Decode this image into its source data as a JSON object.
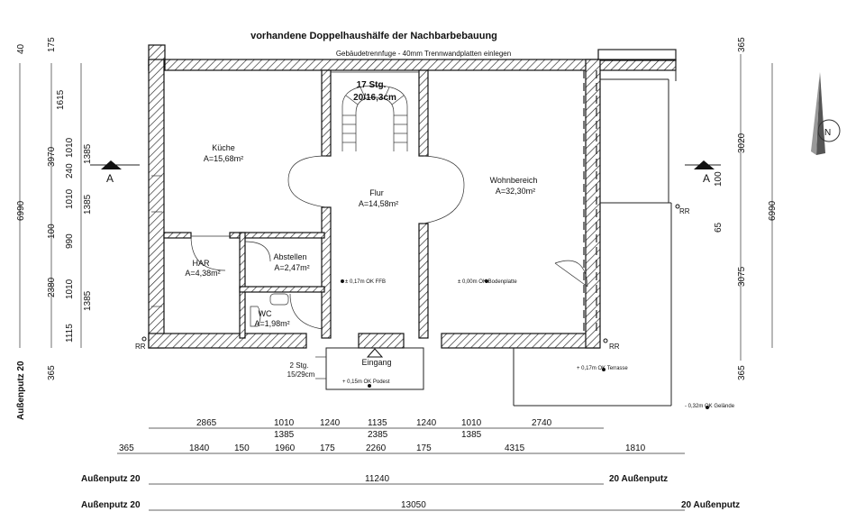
{
  "title": "vorhandene Doppelhaushälfe der Nachbarbebauung",
  "note_separation": "Gebäudetrennfuge - 40mm Trennwandplatten einlegen",
  "stairs": {
    "label": "17 Stg.",
    "spec": "20/16,3cm"
  },
  "rooms": {
    "kueche": {
      "name": "Küche",
      "area": "A=15,68m²"
    },
    "flur": {
      "name": "Flur",
      "area": "A=14,58m²"
    },
    "wohnbereich": {
      "name": "Wohnbereich",
      "area": "A=32,30m²"
    },
    "har": {
      "name": "HAR",
      "area": "A=4,38m²"
    },
    "abstellen": {
      "name": "Abstellen",
      "area": "A=2,47m²"
    },
    "wc": {
      "name": "WC",
      "area": "A=1,98m²"
    }
  },
  "levels": {
    "ffb": "± 0,17m OK FFB",
    "boden": "± 0,00m OK Bodenplatte",
    "terrasse": "+ 0,17m OK Terrasse",
    "gelaende": "- 0,32m OK Gelände",
    "podest": "+ 0,15m OK Podest"
  },
  "entrance": {
    "label": "Eingang",
    "steps": "2 Stg.",
    "step_spec": "15/29cm"
  },
  "rr_label": "RR",
  "section_label": "A",
  "left_dims": {
    "outer_top": "40",
    "outer_mid": "175",
    "col1": [
      "6990"
    ],
    "col2": [
      "3970",
      "100",
      "2380"
    ],
    "col3": [
      "1615",
      "1010",
      "240",
      "1010",
      "990",
      "1010",
      "1115",
      "365"
    ],
    "col4": [
      "1385",
      "1385",
      "1385"
    ]
  },
  "left_bottom_label": "Außenputz 20",
  "right_dims": {
    "col1": [
      "365",
      "3020",
      "100",
      "65",
      "3075",
      "365"
    ],
    "col2": [
      "6990"
    ]
  },
  "bottom_row1": [
    "2865",
    "1010",
    "1240",
    "1135",
    "1240",
    "1010",
    "2740"
  ],
  "bottom_row1_sub": [
    "1385",
    "2385",
    "1385"
  ],
  "bottom_row2": [
    "365",
    "1840",
    "150",
    "1960",
    "175",
    "2260",
    "175",
    "4315",
    "1810"
  ],
  "bottom_row3": {
    "left": "Außenputz 20",
    "value": "11240",
    "right": "20 Außenputz"
  },
  "bottom_row4": {
    "left": "Außenputz 20",
    "value": "13050",
    "right": "20 Außenputz"
  },
  "north_label": "N"
}
